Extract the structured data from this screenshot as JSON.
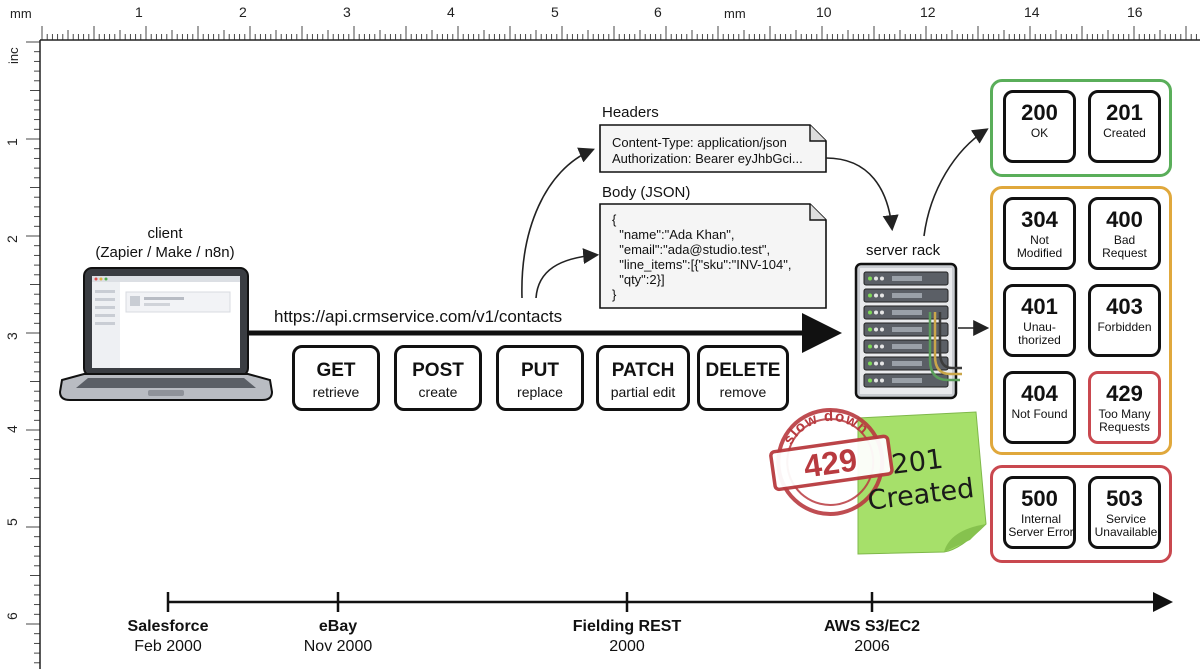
{
  "ruler": {
    "top_unit_left": "mm",
    "top_unit_mid": "mm",
    "left_unit": "inc",
    "top_numbers_a": [
      "1",
      "2",
      "3",
      "4",
      "5",
      "6"
    ],
    "top_numbers_b": [
      "10",
      "12",
      "14",
      "16"
    ],
    "left_numbers": [
      "1",
      "2",
      "3",
      "4",
      "5",
      "6"
    ]
  },
  "client": {
    "title": "client",
    "subtitle": "(Zapier / Make / n8n)",
    "device_icon": "laptop-icon"
  },
  "request": {
    "endpoint": "https://api.crmservice.com/v1/contacts",
    "methods": [
      {
        "name": "GET",
        "desc": "retrieve"
      },
      {
        "name": "POST",
        "desc": "create"
      },
      {
        "name": "PUT",
        "desc": "replace"
      },
      {
        "name": "PATCH",
        "desc": "partial edit"
      },
      {
        "name": "DELETE",
        "desc": "remove"
      }
    ],
    "headers_label": "Headers",
    "headers_lines": [
      "Content-Type: application/json",
      "Authorization: Bearer eyJhbGci..."
    ],
    "body_label": "Body (JSON)",
    "body_lines": [
      "{",
      "  \"name\":\"Ada Khan\",",
      "  \"email\":\"ada@studio.test\",",
      "  \"line_items\":[{\"sku\":\"INV-104\",",
      "  \"qty\":2}]",
      "}"
    ]
  },
  "server": {
    "label": "server rack",
    "icon": "server-rack-icon"
  },
  "status_groups": [
    {
      "tone": "success",
      "codes": [
        {
          "code": "200",
          "text": "OK"
        },
        {
          "code": "201",
          "text": "Created"
        }
      ]
    },
    {
      "tone": "warning",
      "codes": [
        {
          "code": "304",
          "text": "Not Modified"
        },
        {
          "code": "400",
          "text": "Bad Request"
        },
        {
          "code": "401",
          "text": "Unau- thorized"
        },
        {
          "code": "403",
          "text": "Forbidden"
        },
        {
          "code": "404",
          "text": "Not Found"
        },
        {
          "code": "429",
          "text": "Too Many Requests"
        }
      ]
    },
    {
      "tone": "error",
      "codes": [
        {
          "code": "500",
          "text": "Internal Server Error"
        },
        {
          "code": "503",
          "text": "Service Unavailable"
        }
      ]
    }
  ],
  "stamp": {
    "arc_text": "slow down",
    "code": "429"
  },
  "sticky": {
    "line1": "201",
    "line2": "Created"
  },
  "timeline": [
    {
      "name": "Salesforce",
      "date": "Feb 2000"
    },
    {
      "name": "eBay",
      "date": "Nov 2000"
    },
    {
      "name": "Fielding REST",
      "date": "2000"
    },
    {
      "name": "AWS S3/EC2",
      "date": "2006"
    }
  ],
  "colors": {
    "success": "#5aae5a",
    "warning": "#e0a83c",
    "error": "#c9484f",
    "sticky": "#a6e06a",
    "stamp": "#b83a3f"
  }
}
